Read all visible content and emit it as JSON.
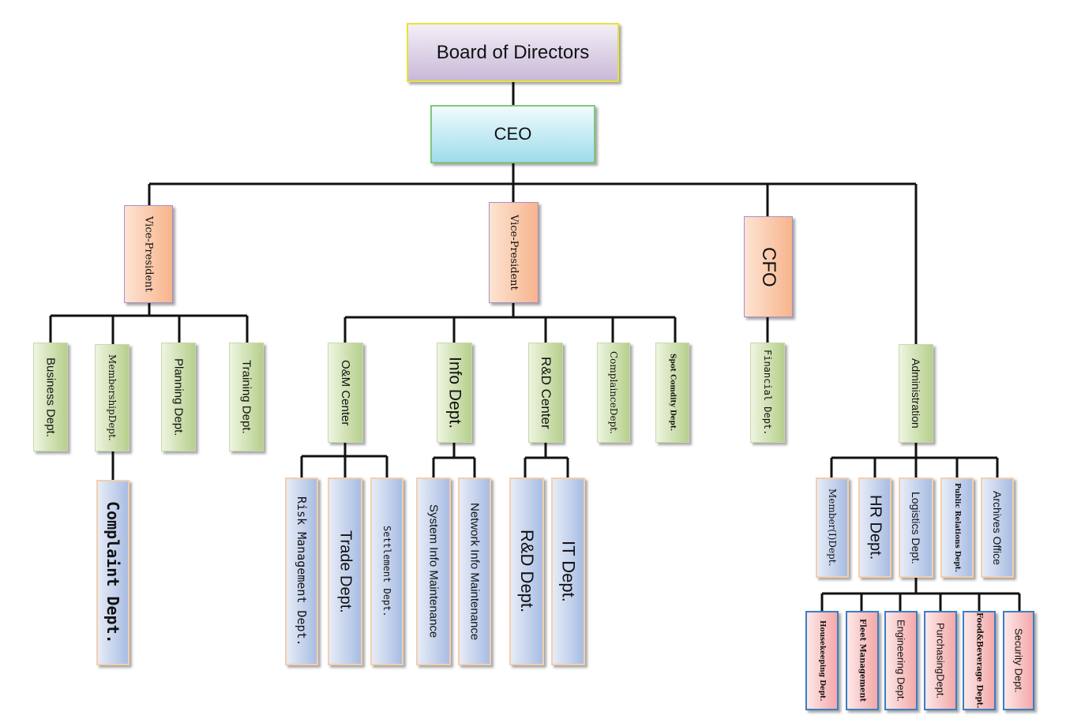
{
  "board": "Board of Directors",
  "ceo": "CEO",
  "vp_left": "Vice-President",
  "vp_center": "Vice-President",
  "cfo": "CFO",
  "admin": "Administration",
  "left_depts": {
    "business": "Business Dept.",
    "membership": "MembershipDept.",
    "planning": "Planning Dept.",
    "training": "Training Dept.",
    "complaint": "Complaint Dept."
  },
  "center_depts": {
    "om_center": "O&M Center",
    "info_dept": "Info Dept.",
    "rd_center": "R&D Center",
    "compliance": "ComplainceDept.",
    "spot_commodity": "Spot Comdity Dept."
  },
  "om_children": {
    "risk": "Risk Management Dept.",
    "trade": "Trade Dept.",
    "settlement": "Settlement Dept."
  },
  "info_children": {
    "system_info": "System Info Maintenance",
    "network_info": "Network Info Maintenance"
  },
  "rd_children": {
    "rd_dept": "R&D Dept.",
    "it_dept": "IT Dept."
  },
  "cfo_children": {
    "financial": "Financial Dept."
  },
  "admin_depts": {
    "member": "Member(I)Dept.",
    "hr": "HR Dept.",
    "logistics": "Logistics Dept.",
    "public_relations": "Public Relations Dept.",
    "archives": "Archives Office"
  },
  "logistics_children": {
    "housekeeping": "Housekeeping Dept.",
    "fleet": "Fleet Management",
    "engineering": "Engineering Dept.",
    "purchasing": "PurchasingDept.",
    "food_beverage": "Food&Beverage Dept.",
    "security": "Security Dept."
  }
}
